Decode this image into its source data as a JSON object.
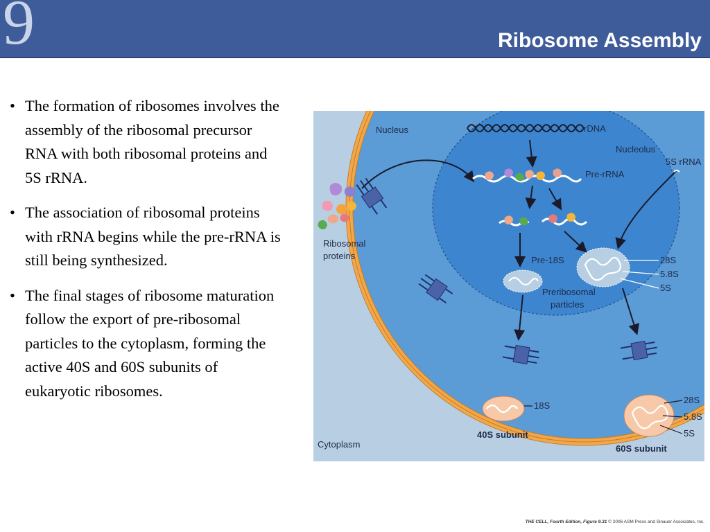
{
  "header": {
    "chapter_number": "9",
    "title": "Ribosome Assembly"
  },
  "bullets": [
    "The formation of ribosomes involves the assembly of the ribosomal precursor RNA with both ribosomal proteins and 5S rRNA.",
    "The association of ribosomal proteins with rRNA begins while the pre-rRNA is still being synthesized.",
    "The final stages of ribosome maturation follow the export of pre-ribosomal particles to the cytoplasm, forming the active 40S and 60S subunits of eukaryotic ribosomes."
  ],
  "figure": {
    "labels": {
      "nucleus": "Nucleus",
      "rdna": "rDNA",
      "nucleolus": "Nucleolus",
      "rrna_5s": "5S rRNA",
      "pre_rrna": "Pre-rRNA",
      "ribosomal_proteins_1": "Ribosomal",
      "ribosomal_proteins_2": "proteins",
      "pre_18s": "Pre-18S",
      "preribosomal_1": "Preribosomal",
      "preribosomal_2": "particles",
      "s28_top": "28S",
      "s58_top": "5.8S",
      "s5_top": "5S",
      "s18": "18S",
      "subunit_40s": "40S subunit",
      "s28_bottom": "28S",
      "s58_bottom": "5.8S",
      "s5_bottom": "5S",
      "subunit_60s": "60S subunit",
      "cytoplasm": "Cytoplasm"
    },
    "colors": {
      "cytoplasm": "#b8cfe3",
      "nucleus": "#5b9bd6",
      "nucleolus": "#3d86cf",
      "membrane": "#f2a848",
      "pore": "#4a62a8",
      "particle": "#f7c9a8"
    },
    "icons": [
      "nuclear-pore-icon",
      "ribosomal-protein-icon",
      "rna-particle-icon",
      "arrow-icon"
    ]
  },
  "credit": {
    "source": "THE CELL, Fourth Edition, Figure 9.31",
    "copyright": "© 2006 ASM Press and Sinauer Associates, Inc."
  }
}
